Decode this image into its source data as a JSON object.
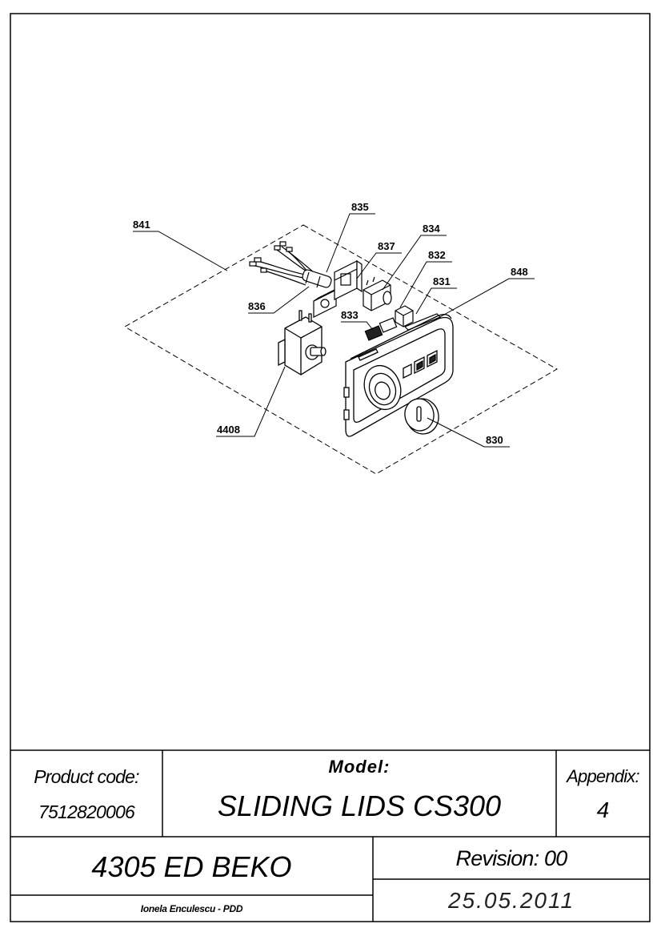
{
  "drawing": {
    "callouts": [
      "841",
      "835",
      "837",
      "834",
      "832",
      "831",
      "848",
      "836",
      "833",
      "4408",
      "830"
    ]
  },
  "title_block": {
    "product_code_label": "Product code:",
    "product_code": "7512820006",
    "model_label": "Model:",
    "model_name": "SLIDING LIDS CS300",
    "appendix_label": "Appendix:",
    "appendix_number": "4",
    "project": "4305 ED BEKO",
    "revision": "Revision: 00",
    "date": "25.05.2011",
    "author": "Ionela Enculescu - PDD"
  }
}
